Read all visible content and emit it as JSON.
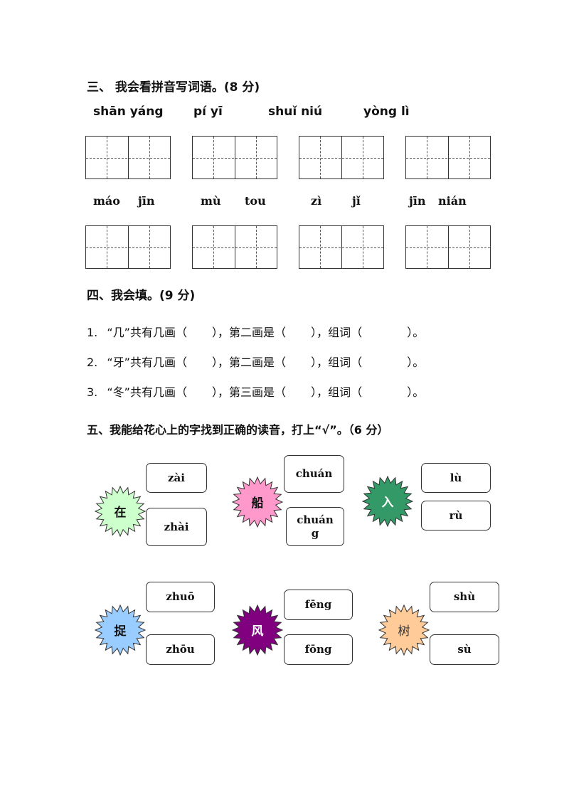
{
  "section3": {
    "title": "三、 我会看拼音写词语。(8 分)",
    "row1": [
      "shān  yáng",
      "pí    yī",
      "shuǐ   niú",
      "yòng    lì"
    ],
    "row2": [
      "máo",
      "jīn",
      "mù",
      "tou",
      "zì",
      "jǐ",
      "jīn",
      "nián"
    ]
  },
  "section4": {
    "title": "四、我会填。(9 分)",
    "items": [
      {
        "n": "1.",
        "char": "“几”共有几画（",
        "mid": "），第二画是（",
        "end": "），组词（",
        "close": "）。"
      },
      {
        "n": "2.",
        "char": "“牙”共有几画（",
        "mid": "），第二画是（",
        "end": "），组词（",
        "close": "）。"
      },
      {
        "n": "3.",
        "char": "“冬”共有几画（",
        "mid": "），第三画是（",
        "end": "），组词（",
        "close": "）。"
      }
    ]
  },
  "section5": {
    "title": "五、我能给花心上的字找到正确的读音，打上“√”。（6 分）",
    "flowers": [
      {
        "char": "在",
        "color": "#ccffcc",
        "text_color": "#111111",
        "options": [
          "zài",
          "zhài"
        ]
      },
      {
        "char": "船",
        "color": "#ff99cc",
        "text_color": "#111111",
        "options": [
          "chuán",
          "chuán\ng"
        ]
      },
      {
        "char": "入",
        "color": "#339966",
        "text_color": "#ffffff",
        "options": [
          "lù",
          "rù"
        ]
      },
      {
        "char": "捉",
        "color": "#99ccff",
        "text_color": "#111111",
        "options": [
          "zhuō",
          "zhōu"
        ]
      },
      {
        "char": "风",
        "color": "#800080",
        "text_color": "#ffffff",
        "options": [
          "fēng",
          "fōng"
        ]
      },
      {
        "char": "树",
        "color": "#ffcc99",
        "text_color": "#333333",
        "options": [
          "shù",
          "sù"
        ]
      }
    ]
  }
}
